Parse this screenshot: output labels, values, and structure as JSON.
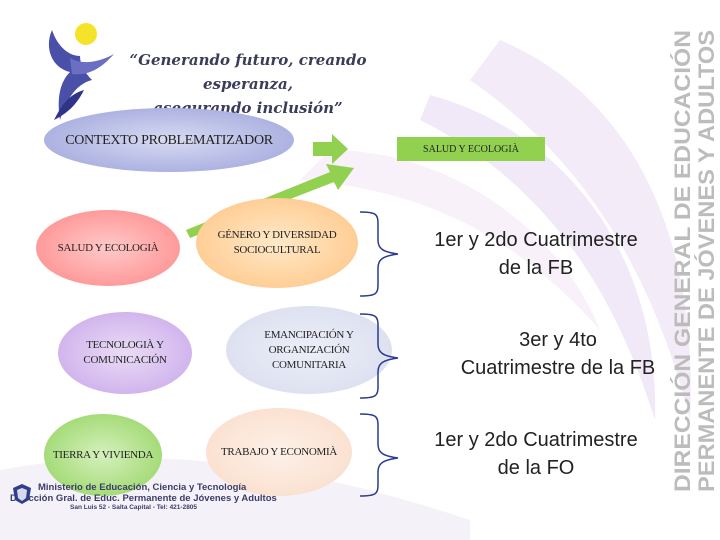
{
  "slogan": {
    "line1": "“Generando futuro, creando esperanza,",
    "line2": "asegurando inclusión”"
  },
  "context_title": "CONTEXTO PROBLEMATIZADOR",
  "highlight_label": "SALUD Y ECOLOGIÀ",
  "axes": {
    "salud": "SALUD Y ECOLOGIÀ",
    "tecnologia_1": "TECNOLOGIÀ Y",
    "tecnologia_2": "COMUNICACIÓN",
    "tierra": "TIERRA Y VIVIENDA",
    "genero_1": "GÉNERO Y DIVERSIDAD",
    "genero_2": "SOCIOCULTURAL",
    "emancipacion_1": "EMANCIPACIÓN Y ORGANIZACIÓN",
    "emancipacion_2": "COMUNITARIA",
    "trabajo": "TRABAJO Y ECONOMIÀ"
  },
  "periods": [
    {
      "line1": "1er y 2do Cuatrimestre",
      "line2": "de la FB"
    },
    {
      "line1": "3er y 4to",
      "line2": "Cuatrimestre de la FB"
    },
    {
      "line1": "1er y 2do Cuatrimestre",
      "line2": "de la FO"
    }
  ],
  "side_title": {
    "line1": "DIRECCIÓN GENERAL DE EDUCACIÓN",
    "line2": "PERMANENTE DE JÓVENES Y ADULTOS"
  },
  "footer": {
    "ministry": "Ministerio de Educación, Ciencia y Tecnología",
    "direction": "Dirección Gral. de Educ. Permanente de Jóvenes y Adultos",
    "address": "San Luis 52 - Salta Capital - Tel: 421-2805"
  },
  "colors": {
    "arrow_green": "#92d050",
    "side_title_gray": "#bcbcbc",
    "footer_navy": "#3c3c66"
  }
}
